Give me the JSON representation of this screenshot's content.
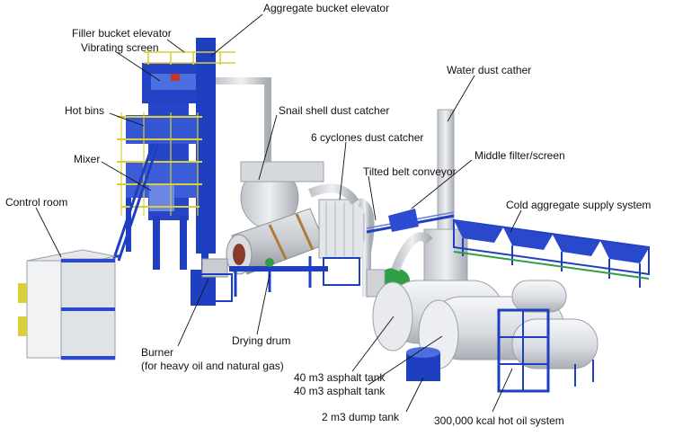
{
  "labels": {
    "aggregate_bucket_elevator": "Aggregate bucket elevator",
    "filler_bucket_elevator": "Filler bucket elevator",
    "vibrating_screen": "Vibrating screen",
    "hot_bins": "Hot bins",
    "mixer": "Mixer",
    "snail_shell_dust_catcher": "Snail shell dust catcher",
    "water_dust_cather": "Water dust cather",
    "six_cyclones_dust_catcher": "6 cyclones dust catcher",
    "tilted_belt_conveyor": "Tilted belt conveyor",
    "middle_filter_screen": "Middle filter/screen",
    "cold_aggregate_supply_system": "Cold aggregate supply system",
    "control_room": "Control room",
    "burner_line1": "Burner",
    "burner_line2": "(for heavy oil and natural gas)",
    "drying_drum": "Drying drum",
    "asphalt_tank_1": "40 m3 asphalt tank",
    "asphalt_tank_2": "40 m3 asphalt tank",
    "dump_tank": "2 m3 dump tank",
    "hot_oil_system": "300,000 kcal hot oil system"
  },
  "colors": {
    "frame_blue": "#1e3fbf",
    "light_blue": "#5a7fe0",
    "gray": "#cfd3d8",
    "yellow_rail": "#d8cf3a",
    "green": "#2f9e44",
    "red": "#c0392b"
  }
}
